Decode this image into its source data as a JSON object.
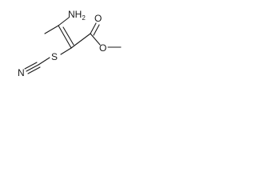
{
  "structure": {
    "atoms": {
      "amine": "NH",
      "amine_subscript": "2",
      "carbonyl_oxygen": "O",
      "ester_oxygen": "O",
      "sulfur": "S",
      "nitrogen": "N"
    },
    "bonds": [
      {
        "name": "bond-methyl-c3",
        "order": 1
      },
      {
        "name": "bond-c3-nh2",
        "order": 1
      },
      {
        "name": "bond-c3-c2",
        "order": 2
      },
      {
        "name": "bond-c2-c1",
        "order": 1
      },
      {
        "name": "bond-c1-o-carbonyl",
        "order": 2
      },
      {
        "name": "bond-c1-o-ester",
        "order": 1
      },
      {
        "name": "bond-o-methyl",
        "order": 1
      },
      {
        "name": "bond-c2-s",
        "order": 1
      },
      {
        "name": "bond-s-c-nitrile",
        "order": 1
      },
      {
        "name": "bond-c-n-nitrile",
        "order": 3
      }
    ]
  }
}
